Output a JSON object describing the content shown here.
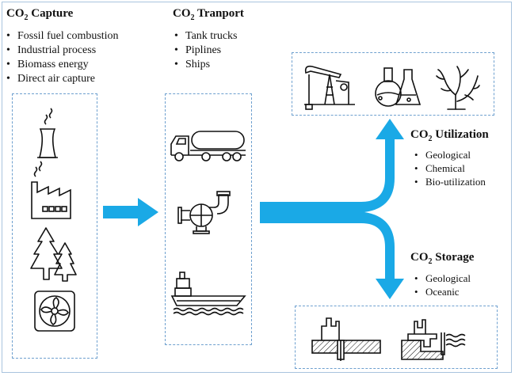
{
  "capture": {
    "title_prefix": "CO",
    "title_sub": "2",
    "title_suffix": " Capture",
    "items": [
      "Fossil fuel combustion",
      "Industrial process",
      "Biomass energy",
      "Direct air capture"
    ],
    "icons": [
      "power-plant-cooling-tower-icon",
      "factory-icon",
      "pine-trees-icon",
      "fan-icon"
    ]
  },
  "transport": {
    "title_prefix": "CO",
    "title_sub": "2",
    "title_suffix": " Tranport",
    "items": [
      "Tank trucks",
      "Piplines",
      "Ships"
    ],
    "icons": [
      "tank-truck-icon",
      "pipeline-icon",
      "ship-icon"
    ]
  },
  "utilization": {
    "title_prefix": "CO",
    "title_sub": "2",
    "title_suffix": " Utilization",
    "items": [
      "Geological",
      "Chemical",
      "Bio-utilization"
    ],
    "icons": [
      "oil-pump-jack-icon",
      "chemistry-flasks-icon",
      "coral-icon"
    ]
  },
  "storage": {
    "title_prefix": "CO",
    "title_sub": "2",
    "title_suffix": " Storage",
    "items": [
      "Geological",
      "Oceanic"
    ],
    "icons": [
      "geological-storage-icon",
      "oceanic-storage-icon"
    ]
  },
  "colors": {
    "arrow": "#1aa9e6",
    "dashed_border": "#6ea0cf",
    "frame": "#a9c4de"
  }
}
